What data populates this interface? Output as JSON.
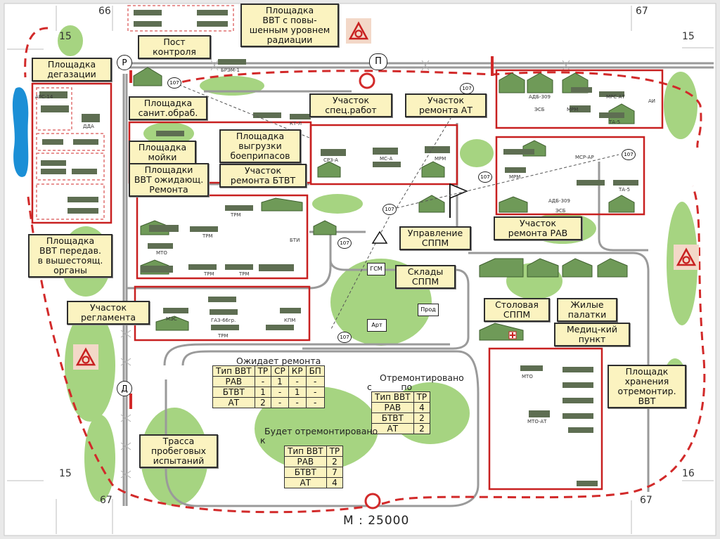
{
  "grid": {
    "top_left": "66",
    "top_right": "67",
    "bottom_left": "67",
    "bottom_right": "67",
    "left_top": "15",
    "right_top": "15",
    "left_bottom": "15",
    "right_bottom": "16"
  },
  "checkpoints": {
    "r": "Р",
    "p": "П",
    "d": "Д"
  },
  "labels": {
    "radiation": "Площадка\nВВТ с повы-\nшенным уровнем\nрадиации",
    "post": "Пост\nконтроля",
    "degas": "Площадка\nдегазации",
    "sanitary": "Площадка\nсанит.обраб.",
    "special_works": "Участок\nспец.работ",
    "at_repair": "Участок\nремонта АТ",
    "wash": "Площадка\nмойки",
    "unload": "Площадка\nвыгрузки\nбоеприпасов",
    "waiting": "Площадки\nВВТ ожидающ.\nРемонта",
    "btvt": "Участок\nремонта БТВТ",
    "sppm": "Управление\nСППМ",
    "rav": "Участок\nремонта РАВ",
    "transfer": "Площадка\nВВТ передав.\nв вышестоящ.\nорганы",
    "warehouses": "Склады\nСППМ",
    "canteen": "Столовая\nСППМ",
    "tents": "Жилые\nпалатки",
    "medical": "Медиц-кий\nпункт",
    "reglament": "Участок\nрегламента",
    "storage": "Площадк\nхранения\nотремонтир.\nВВТ",
    "track": "Трасса\nпробеговых\nиспытаний"
  },
  "scale": "М : 25000",
  "tables": {
    "waiting": {
      "title": "Ожидает ремонта",
      "header": [
        "Тип ВВТ",
        "ТР",
        "СР",
        "КР",
        "БП"
      ],
      "rows": [
        [
          "РАВ",
          "-",
          "1",
          "-",
          "-"
        ],
        [
          "БТВТ",
          "1",
          "-",
          "1",
          "-"
        ],
        [
          "АТ",
          "2",
          "-",
          "-",
          "-"
        ]
      ]
    },
    "repaired": {
      "title": "Отремонтировано",
      "subtitle": "с ______по",
      "header": [
        "Тип ВВТ",
        "ТР"
      ],
      "rows": [
        [
          "РАВ",
          "4"
        ],
        [
          "БТВТ",
          "2"
        ],
        [
          "АТ",
          "2"
        ]
      ]
    },
    "planned": {
      "title": "Будет отремонтировано",
      "subtitle": "к",
      "header": [
        "Тип ВВТ",
        "ТР"
      ],
      "rows": [
        [
          "РАВ",
          "2"
        ],
        [
          "БТВТ",
          "7"
        ],
        [
          "АТ",
          "4"
        ]
      ]
    }
  },
  "small_labels": {
    "ars": "АРС-14",
    "dda": "ДДА",
    "brem": "БРЭМ-1",
    "kt": "КТ-Л",
    "sr3": "СРЗ-А",
    "msa": "МС-А",
    "mrm": "МРМ",
    "adb1": "АДБ-309",
    "mrs": "МРС-АТ",
    "mrm2": "МРМ",
    "ai": "АИ",
    "esb": "ЭСБ",
    "ta": "ТА-5",
    "msar": "МСР-АР",
    "mrm3": "МРМ",
    "adb2": "АДБ-309",
    "ta2": "ТА-5",
    "esb2": "ЭСБ",
    "trm1": "ТРМ",
    "trm2": "ТРМ",
    "mto": "МТО",
    "trm3": "ТРМ",
    "bti": "БТИ",
    "trm4": "ТРМ",
    "mes": "МЭС",
    "gaz": "ГАЗ-66гр.",
    "kpm": "КПМ",
    "trm5": "ТРМ",
    "gsm": "ГСМ",
    "prod": "Прод",
    "art": "Арт",
    "mto2": "МТО",
    "mtoat": "МТО-АТ",
    "n107": "107"
  }
}
